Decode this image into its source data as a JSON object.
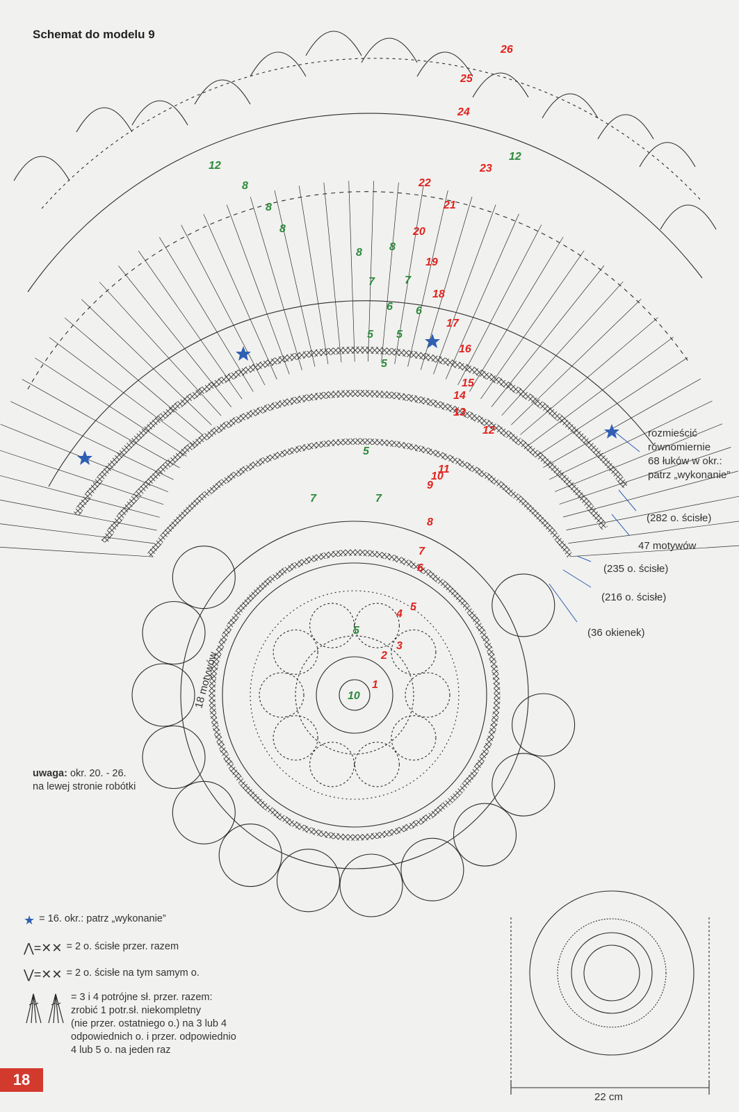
{
  "title": "Schemat do modelu 9",
  "rows_red": [
    "1",
    "2",
    "3",
    "4",
    "5",
    "6",
    "7",
    "8",
    "9",
    "10",
    "11",
    "12",
    "13",
    "14",
    "15",
    "16",
    "17",
    "18",
    "19",
    "20",
    "21",
    "22",
    "23",
    "24",
    "25",
    "26"
  ],
  "rows_green": [
    "10",
    "5",
    "7",
    "7",
    "5",
    "5",
    "5",
    "5",
    "6",
    "6",
    "7",
    "7",
    "8",
    "8",
    "8",
    "8",
    "8",
    "12",
    "12"
  ],
  "callouts": {
    "distribute": [
      "rozmieścić",
      "równomiernie",
      "68 łuków w okr.:",
      "patrz „wykonanie”"
    ],
    "sc282": "(282 o. ścisłe)",
    "motifs47": "47 motywów",
    "sc235": "(235 o. ścisłe)",
    "sc216": "(216 o. ścisłe)",
    "windows36": "(36 okienek)",
    "motifs18": "18 motywów"
  },
  "note": {
    "label": "uwaga:",
    "text1": " okr. 20. - 26.",
    "text2": "na lewej stronie robótki"
  },
  "legend": {
    "star": "= 16. okr.: patrz „wykonanie”",
    "dec": "= 2 o. ścisłe przer. razem",
    "inc": "= 2 o. ścisłe na tym samym o.",
    "cluster": [
      "= 3 i 4 potrójne sł. przer. razem:",
      "zrobić 1 potr.sł. niekompletny",
      "(nie przer. ostatniego o.) na 3 lub 4",
      "odpowiednich o. i przer. odpowiednio",
      "4 lub 5 o. na jeden raz"
    ]
  },
  "page_number": "18",
  "dimension": "22 cm",
  "colors": {
    "red": "#e0231f",
    "green": "#2d8a3c",
    "blue": "#2f5fb3",
    "page_tab": "#d33a2e"
  }
}
